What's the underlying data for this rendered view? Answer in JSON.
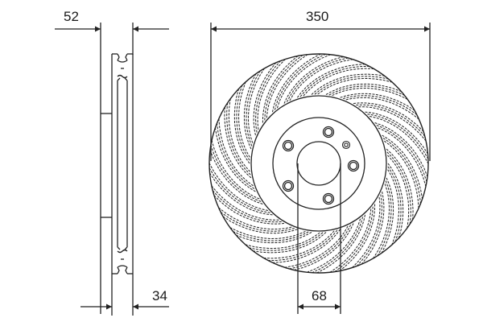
{
  "diagram": {
    "type": "technical-drawing",
    "subject": "ventilated brake disc",
    "views": [
      "side-section",
      "front"
    ],
    "line_color": "#222222",
    "background": "#ffffff"
  },
  "dimensions": {
    "overall_height": {
      "value": "52"
    },
    "disc_thickness": {
      "value": "34"
    },
    "outer_diameter": {
      "value": "350"
    },
    "center_bore": {
      "value": "68"
    }
  },
  "front_view": {
    "bolt_holes": 5,
    "extra_small_hole": 1
  }
}
